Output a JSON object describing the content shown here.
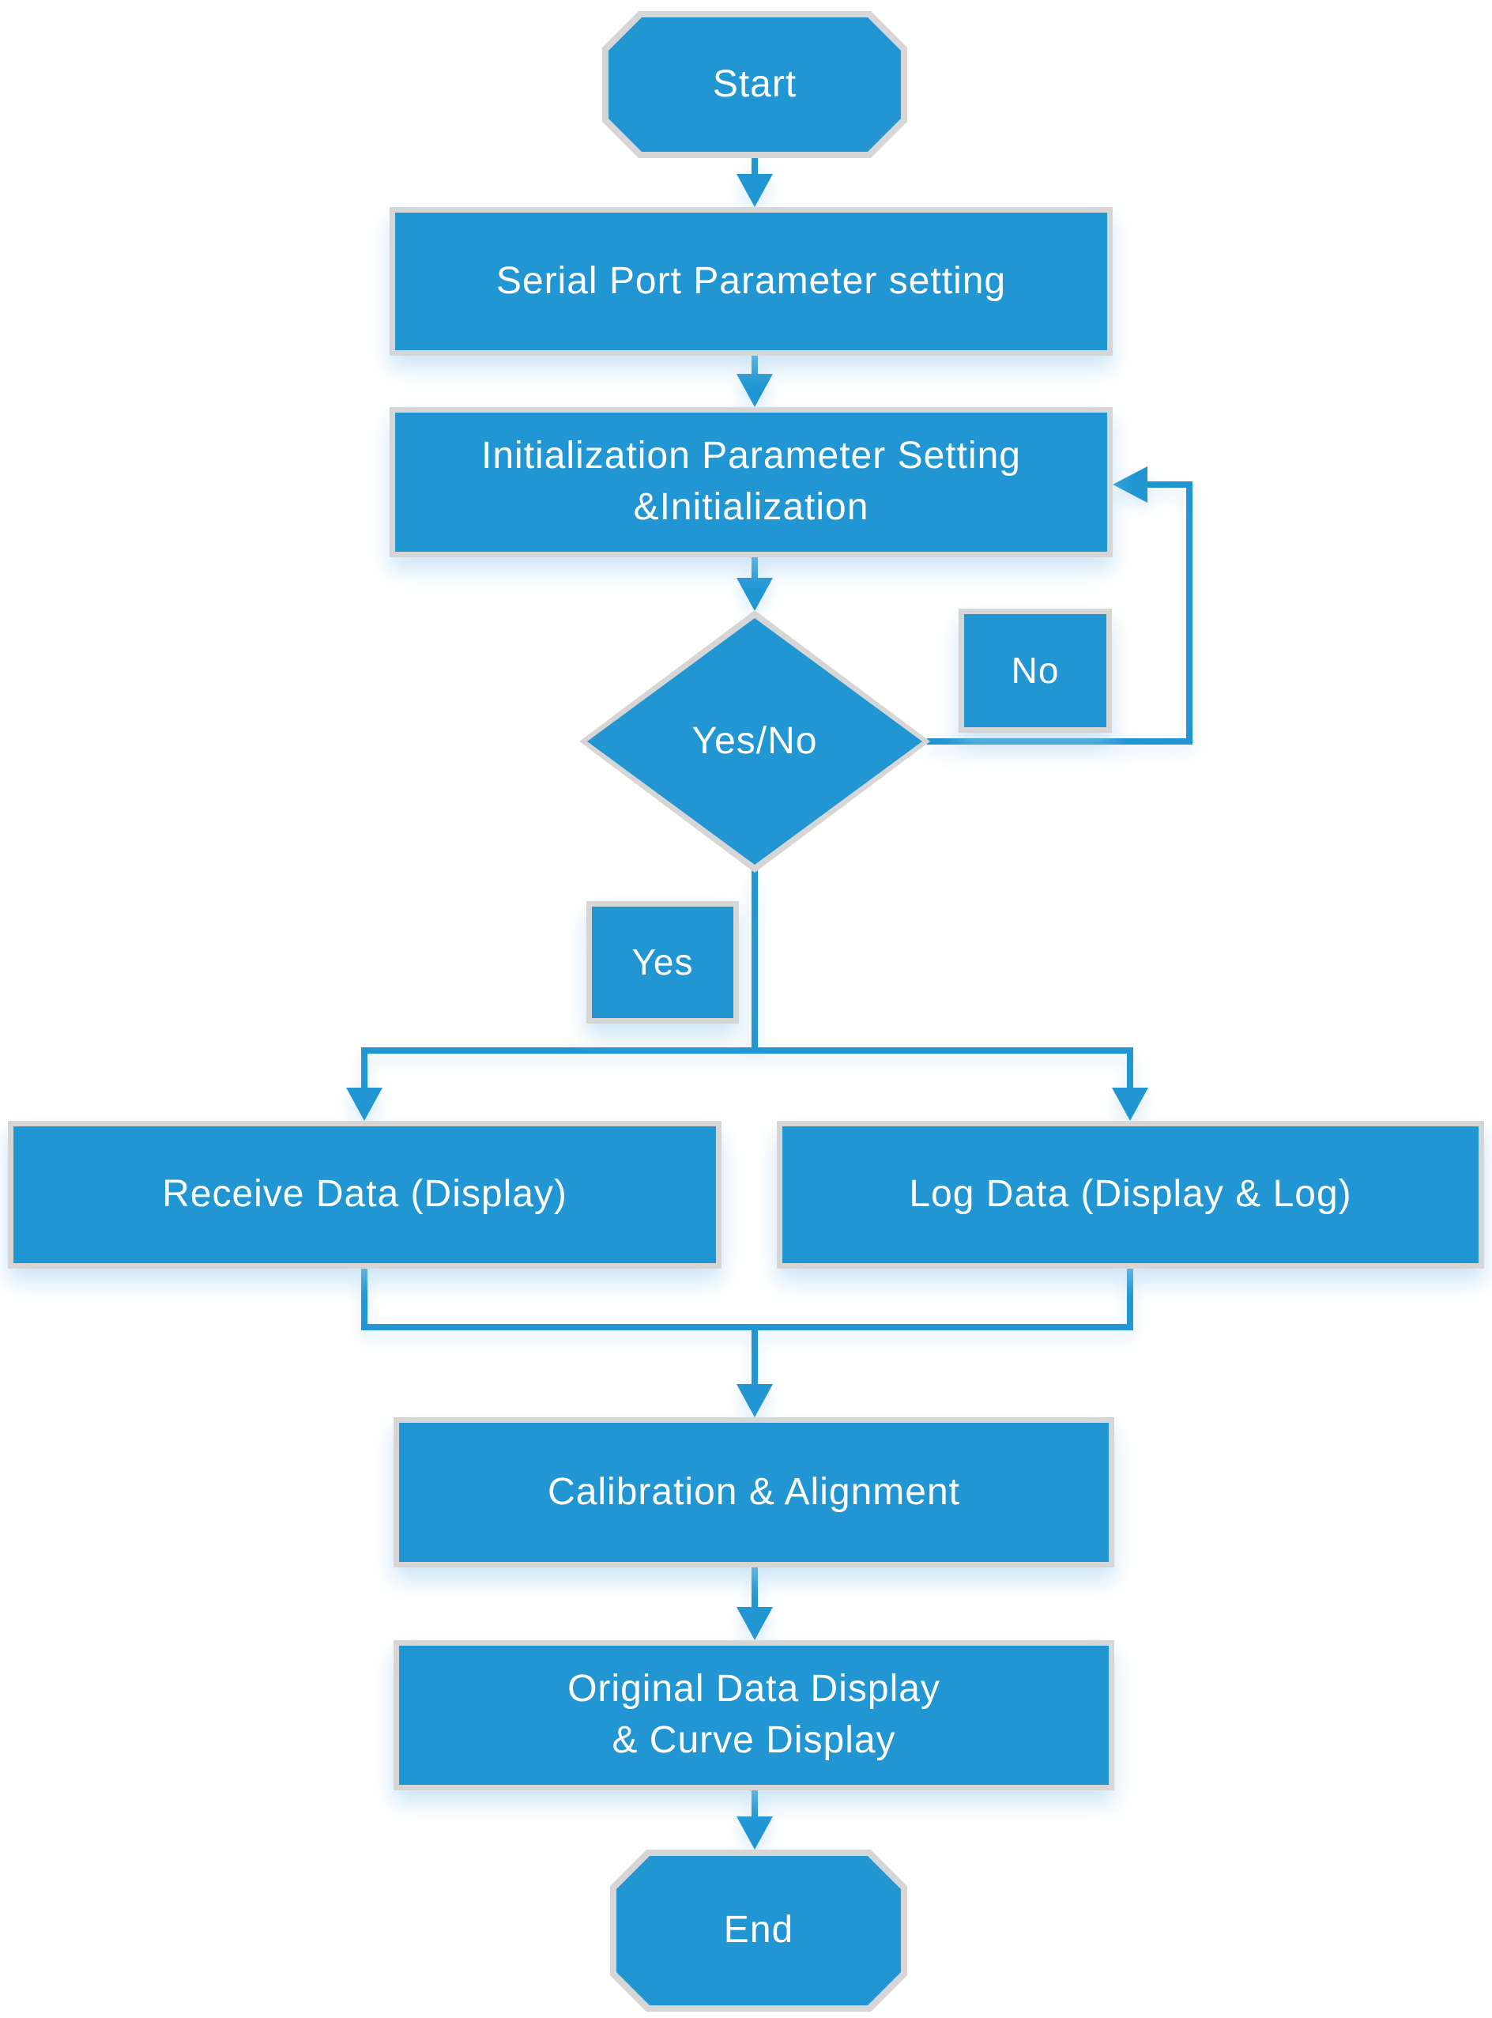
{
  "diagram": {
    "type": "flowchart",
    "colors": {
      "shape_fill": "#2196d3",
      "shape_border": "#d6d6d6",
      "connector": "#2196d3",
      "text": "#ffffff",
      "background": "#ffffff",
      "glow": "#a3d0ee"
    },
    "nodes": {
      "start": {
        "label": "Start",
        "shape": "terminator"
      },
      "serial_port": {
        "label": "Serial Port Parameter setting",
        "shape": "process"
      },
      "initialization": {
        "label": "Initialization Parameter Setting\n&Initialization",
        "shape": "process"
      },
      "decision": {
        "label": "Yes/No",
        "shape": "decision"
      },
      "branch_no": {
        "label": "No",
        "shape": "label-box"
      },
      "branch_yes": {
        "label": "Yes",
        "shape": "label-box"
      },
      "receive_data": {
        "label": "Receive Data (Display)",
        "shape": "process"
      },
      "log_data": {
        "label": "Log Data (Display & Log)",
        "shape": "process"
      },
      "calibration": {
        "label": "Calibration & Alignment",
        "shape": "process"
      },
      "original_display": {
        "label": "Original Data Display\n& Curve Display",
        "shape": "process"
      },
      "end": {
        "label": "End",
        "shape": "terminator"
      }
    },
    "edges": [
      "start -> serial_port",
      "serial_port -> initialization",
      "initialization -> decision",
      "decision -No-> initialization (feedback loop right side)",
      "decision -Yes-> split",
      "split -> receive_data",
      "split -> log_data",
      "receive_data + log_data -> calibration",
      "calibration -> original_display",
      "original_display -> end"
    ]
  }
}
